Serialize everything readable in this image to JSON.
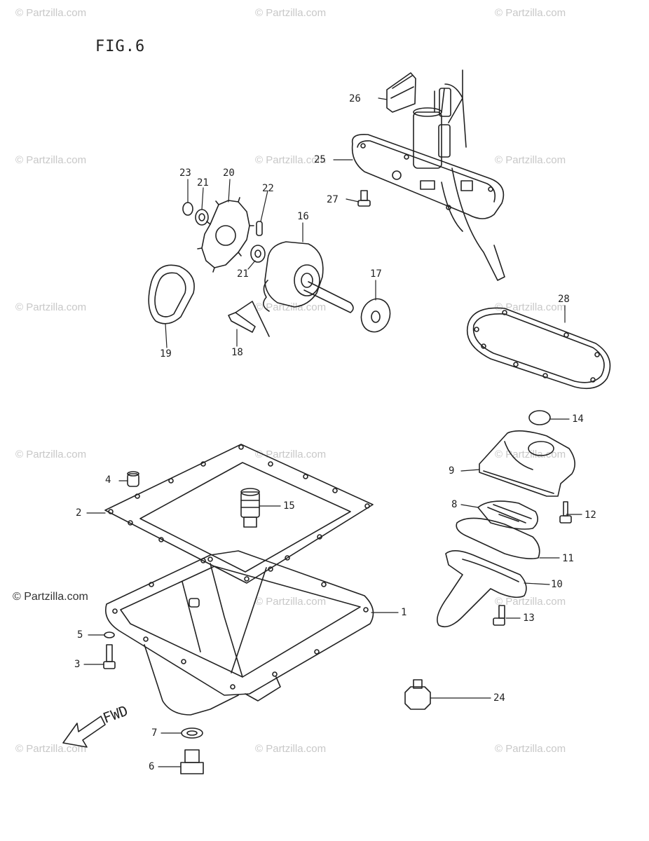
{
  "figure": {
    "title": "FIG.6"
  },
  "watermark": {
    "text": "© Partzilla.com",
    "emphasized_text": "© Partzilla.com"
  },
  "direction_label": "FWD",
  "callouts": [
    {
      "id": "c1",
      "label": "1"
    },
    {
      "id": "c2",
      "label": "2"
    },
    {
      "id": "c3",
      "label": "3"
    },
    {
      "id": "c4",
      "label": "4"
    },
    {
      "id": "c5",
      "label": "5"
    },
    {
      "id": "c6",
      "label": "6"
    },
    {
      "id": "c7",
      "label": "7"
    },
    {
      "id": "c8",
      "label": "8"
    },
    {
      "id": "c9",
      "label": "9"
    },
    {
      "id": "c10",
      "label": "10"
    },
    {
      "id": "c11",
      "label": "11"
    },
    {
      "id": "c12",
      "label": "12"
    },
    {
      "id": "c13",
      "label": "13"
    },
    {
      "id": "c14",
      "label": "14"
    },
    {
      "id": "c15",
      "label": "15"
    },
    {
      "id": "c16",
      "label": "16"
    },
    {
      "id": "c17",
      "label": "17"
    },
    {
      "id": "c18",
      "label": "18"
    },
    {
      "id": "c19",
      "label": "19"
    },
    {
      "id": "c20",
      "label": "20"
    },
    {
      "id": "c21a",
      "label": "21"
    },
    {
      "id": "c21b",
      "label": "21"
    },
    {
      "id": "c22",
      "label": "22"
    },
    {
      "id": "c23",
      "label": "23"
    },
    {
      "id": "c24",
      "label": "24"
    },
    {
      "id": "c25",
      "label": "25"
    },
    {
      "id": "c26",
      "label": "26"
    },
    {
      "id": "c27",
      "label": "27"
    },
    {
      "id": "c28",
      "label": "28"
    }
  ],
  "colors": {
    "line": "#222222",
    "watermark": "#c8c8c8"
  }
}
